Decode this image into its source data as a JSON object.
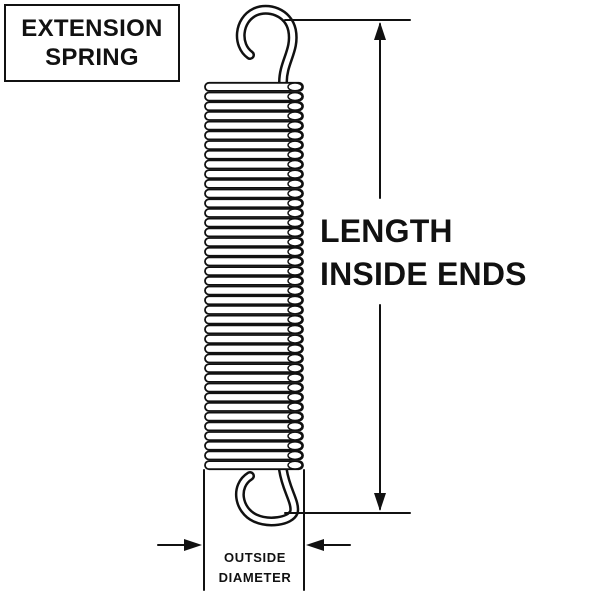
{
  "title": {
    "line1": "EXTENSION",
    "line2": "SPRING"
  },
  "length_label": {
    "line1": "LENGTH",
    "line2": "INSIDE ENDS"
  },
  "diameter_label": {
    "line1": "OUTSIDE",
    "line2": "DIAMETER"
  },
  "colors": {
    "ink": "#111111",
    "background": "#ffffff"
  }
}
